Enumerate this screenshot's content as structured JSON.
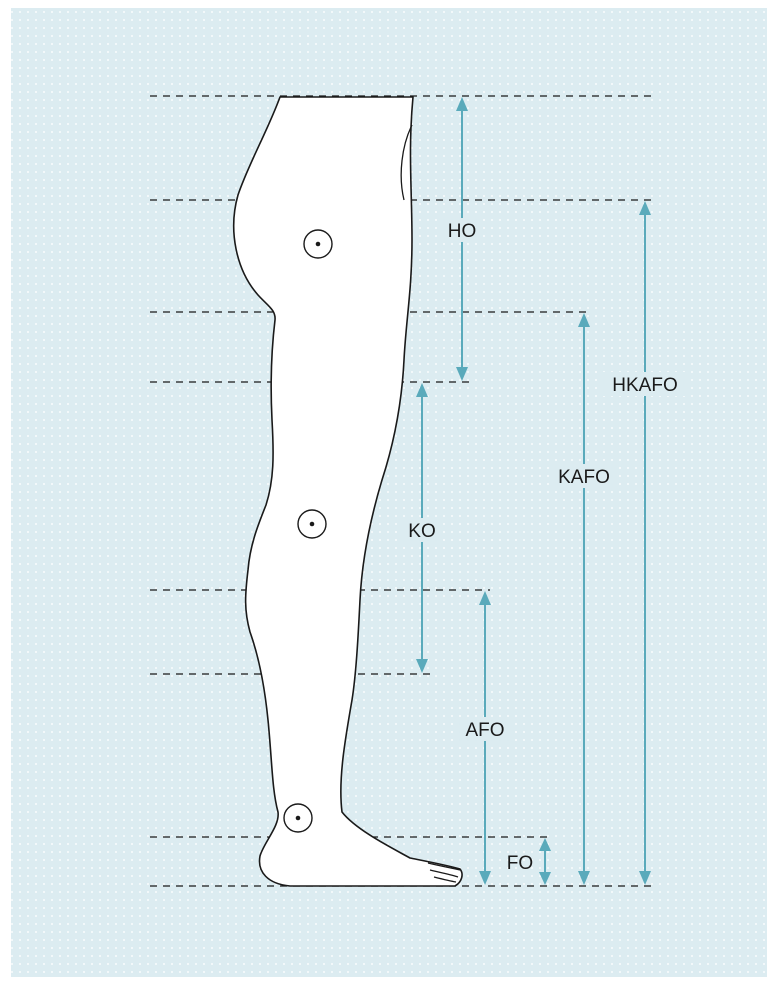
{
  "colors": {
    "background": "#dcecf1",
    "dots": "#ffffff",
    "outline": "#1a1a1a",
    "arrow": "#5aaabb"
  },
  "levels": [
    "waist",
    "hip-joint",
    "upper-thigh",
    "knee-top",
    "calf",
    "knee-bottom",
    "ankle",
    "floor"
  ],
  "orthoses": [
    {
      "key": "ho",
      "label": "HO",
      "from": "waist",
      "to": "knee-top"
    },
    {
      "key": "ko",
      "label": "KO",
      "from": "knee-top",
      "to": "knee-bottom"
    },
    {
      "key": "afo",
      "label": "AFO",
      "from": "calf",
      "to": "floor"
    },
    {
      "key": "fo",
      "label": "FO",
      "from": "ankle",
      "to": "floor"
    },
    {
      "key": "kafo",
      "label": "KAFO",
      "from": "upper-thigh",
      "to": "floor"
    },
    {
      "key": "hkafo",
      "label": "HKAFO",
      "from": "hip-joint",
      "to": "floor"
    }
  ],
  "joints": [
    "hip-joint-icon",
    "knee-joint-icon",
    "ankle-joint-icon"
  ]
}
